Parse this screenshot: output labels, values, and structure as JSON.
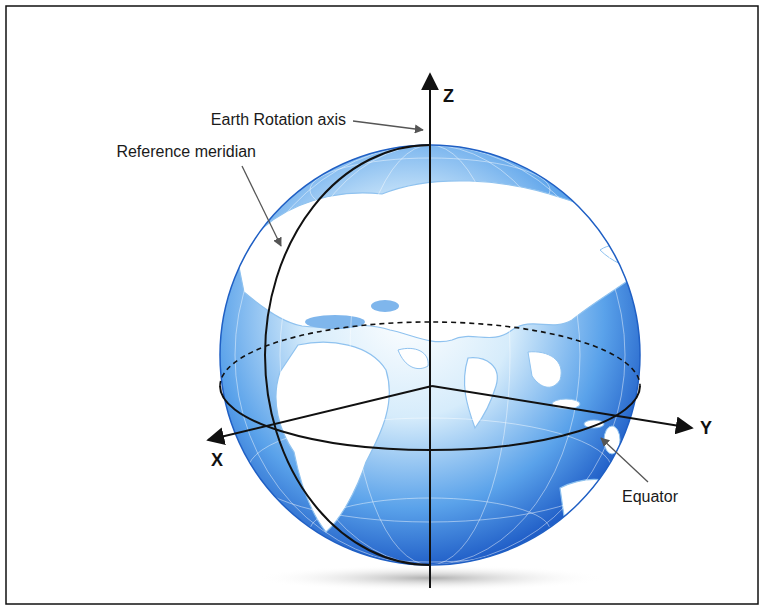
{
  "diagram": {
    "labels": [
      "Earth Rotation axis",
      "Z",
      "Reference meridian",
      "X",
      "Y",
      "Equator"
    ]
  }
}
